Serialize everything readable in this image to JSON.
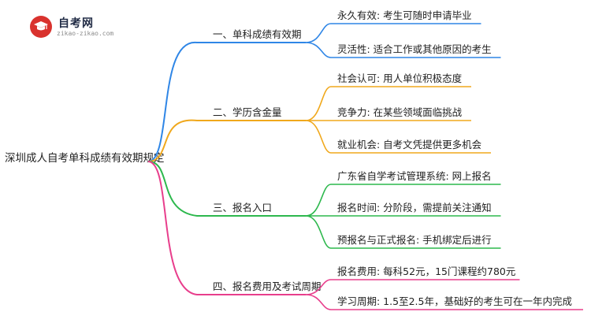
{
  "logo": {
    "name": "自考网",
    "url": "zikao-zikao.com",
    "icon": "graduation-cap-icon",
    "badge_color": "#d9322e"
  },
  "root": {
    "label": "深圳成人自考单科成绩有效期规定"
  },
  "branches": [
    {
      "label": "一、单科成绩有效期",
      "color": "#2f86e6",
      "leaves": [
        "永久有效: 考生可随时申请毕业",
        "灵活性: 适合工作或其他原因的考生"
      ]
    },
    {
      "label": "二、学历含金量",
      "color": "#f0a81c",
      "leaves": [
        "社会认可: 用人单位积极态度",
        "竞争力: 在某些领域面临挑战",
        "就业机会: 自考文凭提供更多机会"
      ]
    },
    {
      "label": "三、报名入口",
      "color": "#2db84d",
      "leaves": [
        "广东省自学考试管理系统: 网上报名",
        "报名时间: 分阶段，需提前关注通知",
        "预报名与正式报名: 手机绑定后进行"
      ]
    },
    {
      "label": "四、报名费用及考试周期",
      "color": "#e83e8c",
      "leaves": [
        "报名费用: 每科52元，15门课程约780元",
        "学习周期: 1.5至2.5年，基础好的考生可在一年内完成"
      ]
    }
  ]
}
